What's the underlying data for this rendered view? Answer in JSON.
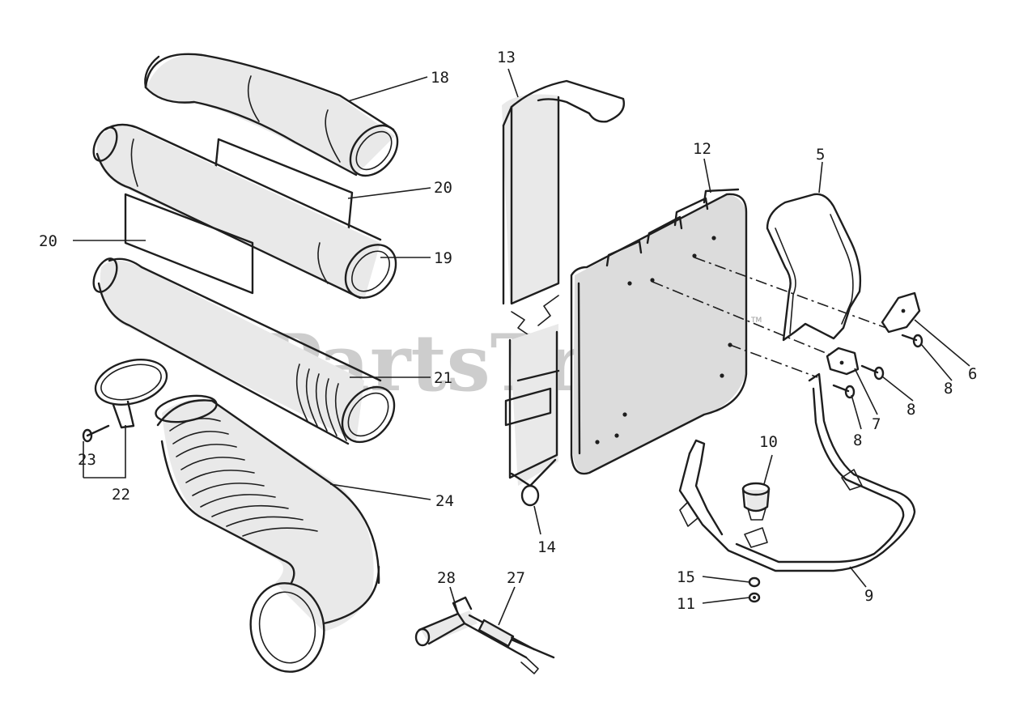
{
  "watermark": {
    "text": "PartsTree",
    "trademark": "TM"
  },
  "callouts": [
    {
      "num": "18",
      "part": "blower-pipe-bent"
    },
    {
      "num": "19",
      "part": "blower-pipe-straight"
    },
    {
      "num": "20",
      "part": "decal-upper"
    },
    {
      "num": "20",
      "part": "decal-lower"
    },
    {
      "num": "21",
      "part": "blower-pipe-end"
    },
    {
      "num": "22",
      "part": "clamp-band"
    },
    {
      "num": "23",
      "part": "clamp-screw"
    },
    {
      "num": "24",
      "part": "flex-hose-elbow"
    },
    {
      "num": "13",
      "part": "back-pad-strap"
    },
    {
      "num": "14",
      "part": "belt-buckle-assembly"
    },
    {
      "num": "12",
      "part": "back-pad"
    },
    {
      "num": "5",
      "part": "back-frame"
    },
    {
      "num": "6",
      "part": "bracket-right"
    },
    {
      "num": "7",
      "part": "bracket-left"
    },
    {
      "num": "8",
      "part": "bolt-a"
    },
    {
      "num": "8",
      "part": "bolt-b"
    },
    {
      "num": "8",
      "part": "bolt-c"
    },
    {
      "num": "9",
      "part": "base-frame"
    },
    {
      "num": "10",
      "part": "rubber-mount"
    },
    {
      "num": "11",
      "part": "nut"
    },
    {
      "num": "15",
      "part": "washer"
    },
    {
      "num": "27",
      "part": "screwdriver"
    },
    {
      "num": "28",
      "part": "plug-wrench"
    }
  ]
}
